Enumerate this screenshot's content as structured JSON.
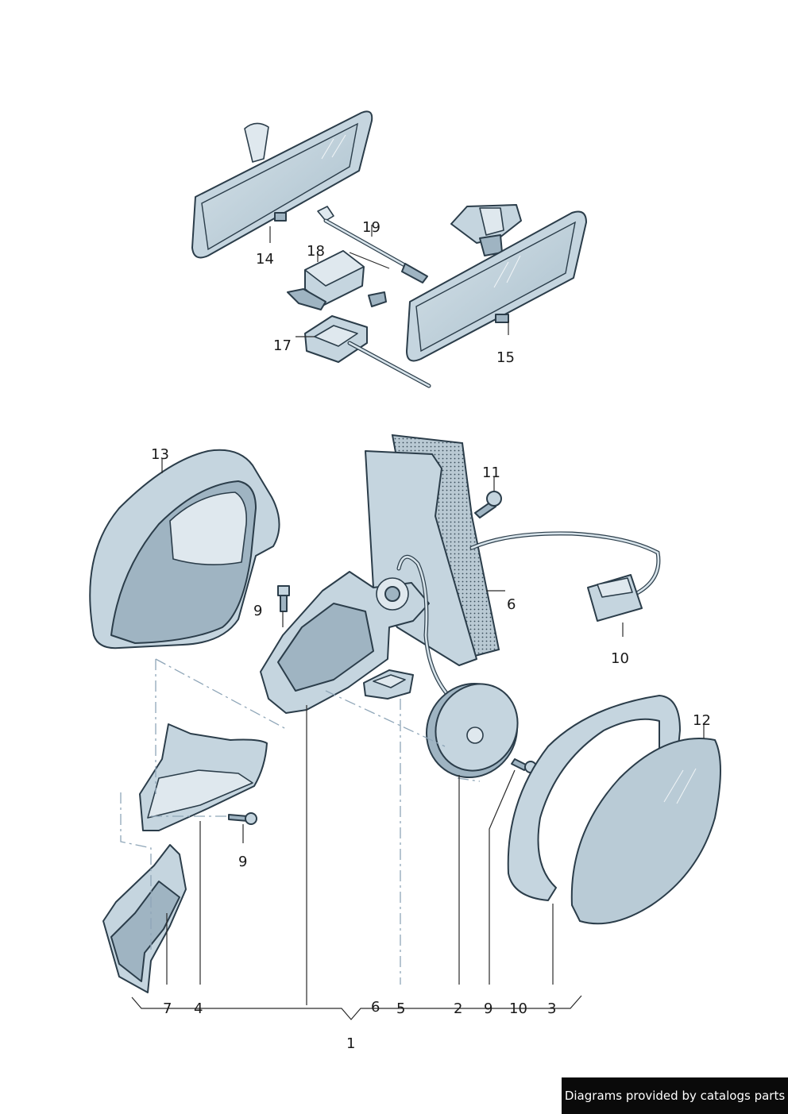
{
  "labels": {
    "l1": "1",
    "l2": "2",
    "l3": "3",
    "l4": "4",
    "l5": "5",
    "l6_top": "6",
    "l6_bottom": "6",
    "l7": "7",
    "l9_top": "9",
    "l9_mid": "9",
    "l9_bottom": "9",
    "l10_top": "10",
    "l10_bottom": "10",
    "l11": "11",
    "l12": "12",
    "l13": "13",
    "l14": "14",
    "l15": "15",
    "l17": "17",
    "l18": "18",
    "l19": "19"
  },
  "credit": "Diagrams provided by catalogs parts",
  "colors": {
    "part_fill": "#c5d5df",
    "outline": "#2b3d4a",
    "background": "#ffffff",
    "credit_bg": "#0a0a0a"
  }
}
